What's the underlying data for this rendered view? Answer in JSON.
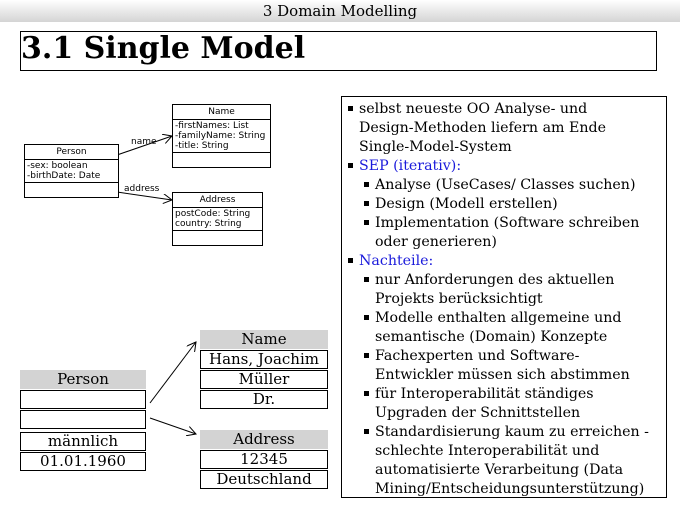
{
  "header": {
    "chapter": "3 Domain Modelling"
  },
  "slide": {
    "title": "3.1 Single Model"
  },
  "uml_diagram": {
    "person": {
      "name": "Person",
      "attributes": [
        "-sex: boolean",
        "-birthDate: Date"
      ]
    },
    "name_class": {
      "name": "Name",
      "attributes": [
        "-firstNames: List",
        "-familyName: String",
        "-title: String"
      ]
    },
    "address_class": {
      "name": "Address",
      "attributes": [
        "postCode: String",
        "country: String"
      ]
    },
    "assoc_name": "name",
    "assoc_address": "address"
  },
  "object_diagram": {
    "person": {
      "header": "Person",
      "cells": [
        "",
        "",
        "männlich",
        "01.01.1960"
      ]
    },
    "name": {
      "header": "Name",
      "cells": [
        "Hans, Joachim",
        "Müller",
        "Dr."
      ]
    },
    "address": {
      "header": "Address",
      "cells": [
        "12345",
        "Deutschland"
      ]
    }
  },
  "bullets": [
    {
      "level": 1,
      "color": "#000000",
      "lines": [
        "selbst neueste OO Analyse- und",
        "Design-Methoden liefern am Ende",
        "Single-Model-System"
      ]
    },
    {
      "level": 1,
      "color": "#1a1adb",
      "lines": [
        "SEP (iterativ):"
      ]
    },
    {
      "level": 2,
      "color": "#000000",
      "lines": [
        "Analyse (UseCases/ Classes suchen)"
      ]
    },
    {
      "level": 2,
      "color": "#000000",
      "lines": [
        "Design (Modell erstellen)"
      ]
    },
    {
      "level": 2,
      "color": "#000000",
      "lines": [
        "Implementation (Software schreiben",
        "oder generieren)"
      ]
    },
    {
      "level": 1,
      "color": "#1a1adb",
      "lines": [
        "Nachteile:"
      ]
    },
    {
      "level": 2,
      "color": "#000000",
      "lines": [
        "nur Anforderungen des aktuellen",
        "Projekts berücksichtigt"
      ]
    },
    {
      "level": 2,
      "color": "#000000",
      "lines": [
        "Modelle enthalten allgemeine und",
        "semantische (Domain) Konzepte"
      ]
    },
    {
      "level": 2,
      "color": "#000000",
      "lines": [
        "Fachexperten und Software-",
        "Entwickler müssen sich abstimmen"
      ]
    },
    {
      "level": 2,
      "color": "#000000",
      "lines": [
        "für Interoperabilität ständiges",
        "Upgraden der Schnittstellen"
      ]
    },
    {
      "level": 2,
      "color": "#000000",
      "lines": [
        "Standardisierung kaum zu erreichen -",
        "schlechte Interoperabilität und",
        "automatisierte Verarbeitung (Data",
        "Mining/Entscheidungsunterstützung)"
      ]
    }
  ]
}
